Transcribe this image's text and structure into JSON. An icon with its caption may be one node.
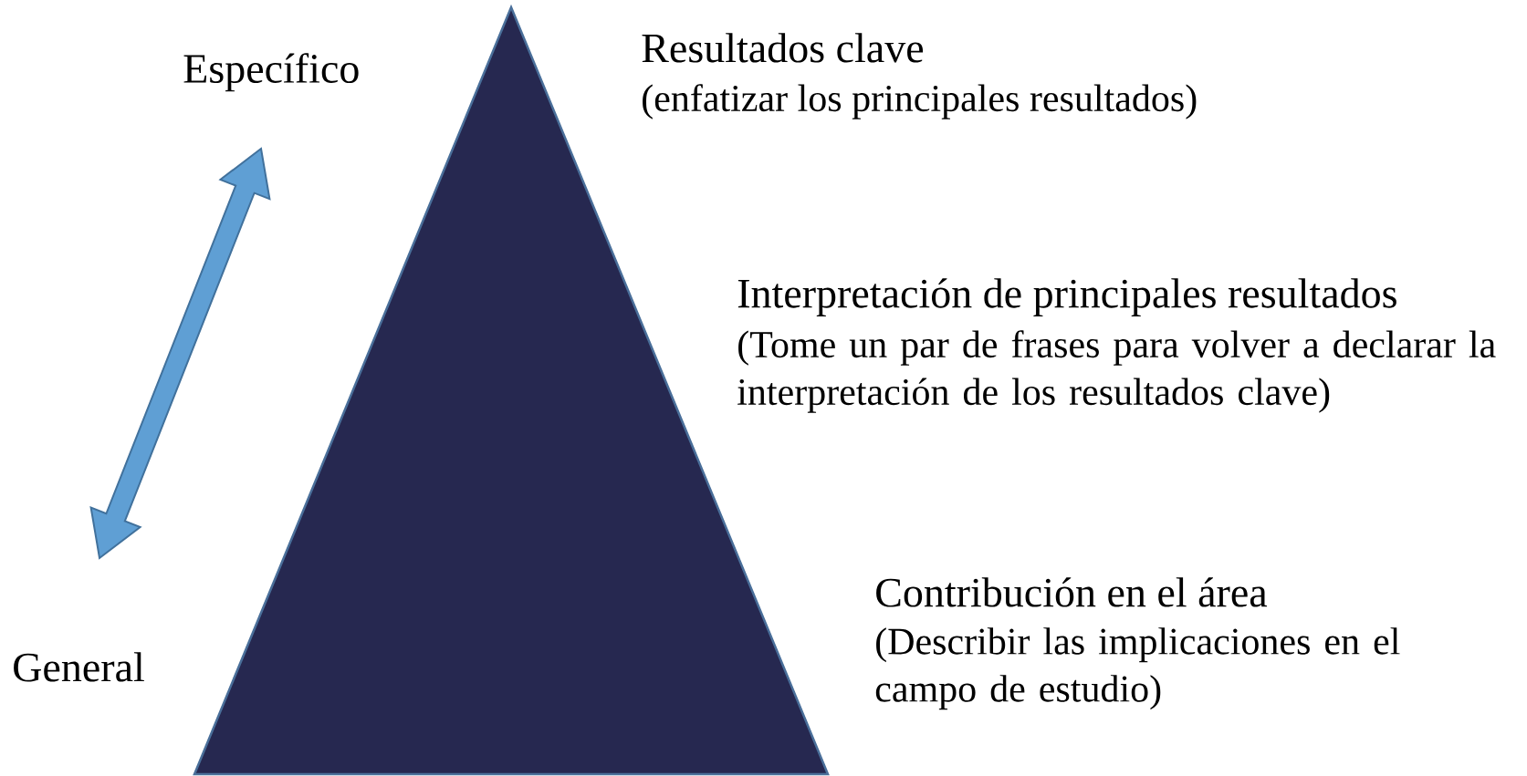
{
  "diagram": {
    "labels": [
      "Específico",
      "Resultados clave",
      "(enfatizar los principales resultados)",
      "Interpretación de principales resultados",
      "(Tome un par de frases para volver a declarar la interpretación de los resultados clave)",
      "Contribución en el área",
      "(Describir las implicaciones en el campo de estudio)",
      "General"
    ]
  }
}
